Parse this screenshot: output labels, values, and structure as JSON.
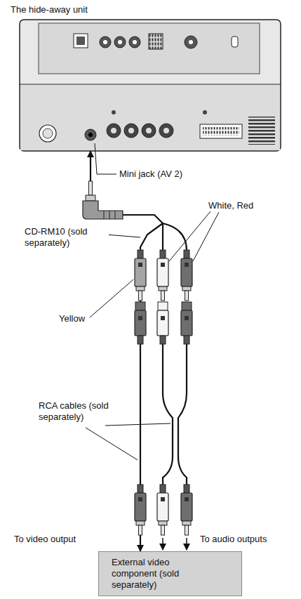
{
  "diagram": {
    "nodes": [
      {
        "text": [
          "The hide-away unit"
        ]
      },
      {
        "text": [
          "External video component (sold separately)"
        ]
      }
    ],
    "edges": [
      {
        "from": 0,
        "to": 1,
        "arrow": "to"
      }
    ],
    "labels": [
      "Mini jack (AV 2)",
      "White, Red",
      "CD-RM10 (sold separately)",
      "Yellow",
      "RCA cables (sold separately)",
      "To video output",
      "To audio outputs"
    ]
  }
}
